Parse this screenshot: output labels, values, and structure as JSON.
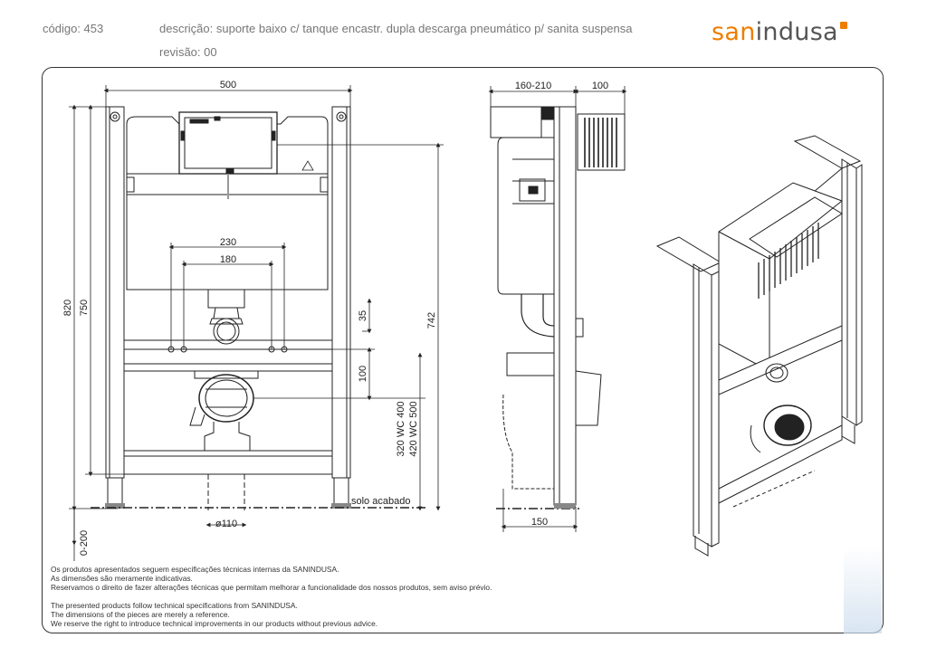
{
  "header": {
    "code": "código: 453",
    "description": "descrição: suporte baixo c/ tanque encastr. dupla descarga pneumático p/ sanita suspensa",
    "revision": "revisão: 00",
    "brand_part1": "san",
    "brand_part2": "indusa"
  },
  "dimensions": {
    "width_500": "500",
    "d_230": "230",
    "d_180": "180",
    "h_820": "820",
    "h_750": "750",
    "h_742": "742",
    "h_35": "35",
    "h_100": "100",
    "wc_400": "320 WC 400",
    "wc_500": "420 WC 500",
    "floor": "solo acabado",
    "pipe": "ø110",
    "adjust": "0-200",
    "side_depth": "160-210",
    "side_100": "100",
    "side_150": "150"
  },
  "notes": {
    "pt1": "Os produtos apresentados seguem especificações técnicas internas da SANINDUSA.",
    "pt2": "As dimensões são meramente indicativas.",
    "pt3": "Reservamos o direito de fazer alterações técnicas que permitam melhorar a funcionalidade dos nossos produtos, sem aviso prévio.",
    "en1": "The presented products follow technical specifications from SANINDUSA.",
    "en2": "The dimensions of the pieces are merely a reference.",
    "en3": "We reserve the right to introduce technical improvements in our products without previous advice."
  },
  "colors": {
    "accent": "#ef7d00",
    "line": "#222222"
  }
}
